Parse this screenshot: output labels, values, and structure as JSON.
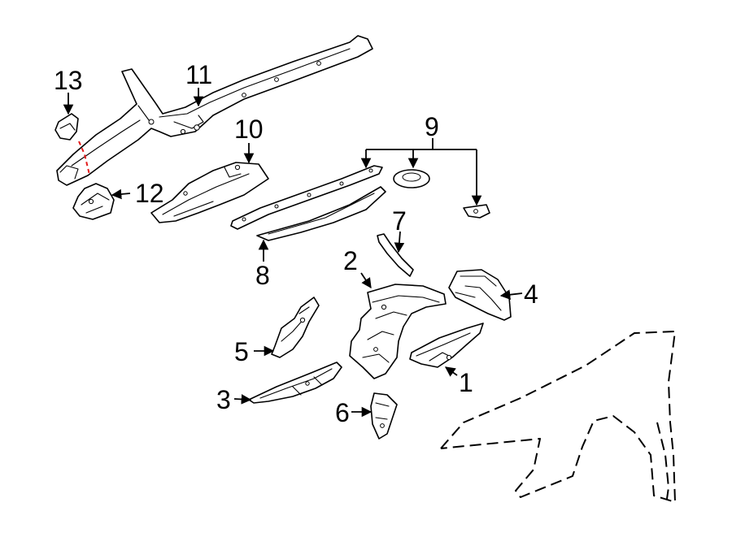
{
  "diagram": {
    "callouts": [
      {
        "id": "1",
        "label": "1"
      },
      {
        "id": "2",
        "label": "2"
      },
      {
        "id": "3",
        "label": "3"
      },
      {
        "id": "4",
        "label": "4"
      },
      {
        "id": "5",
        "label": "5"
      },
      {
        "id": "6",
        "label": "6"
      },
      {
        "id": "7",
        "label": "7"
      },
      {
        "id": "8",
        "label": "8"
      },
      {
        "id": "9",
        "label": "9"
      },
      {
        "id": "10",
        "label": "10"
      },
      {
        "id": "11",
        "label": "11"
      },
      {
        "id": "12",
        "label": "12"
      },
      {
        "id": "13",
        "label": "13"
      }
    ],
    "colors": {
      "line": "#000000",
      "background": "#ffffff",
      "cut_marker": "#e31b1b"
    }
  }
}
